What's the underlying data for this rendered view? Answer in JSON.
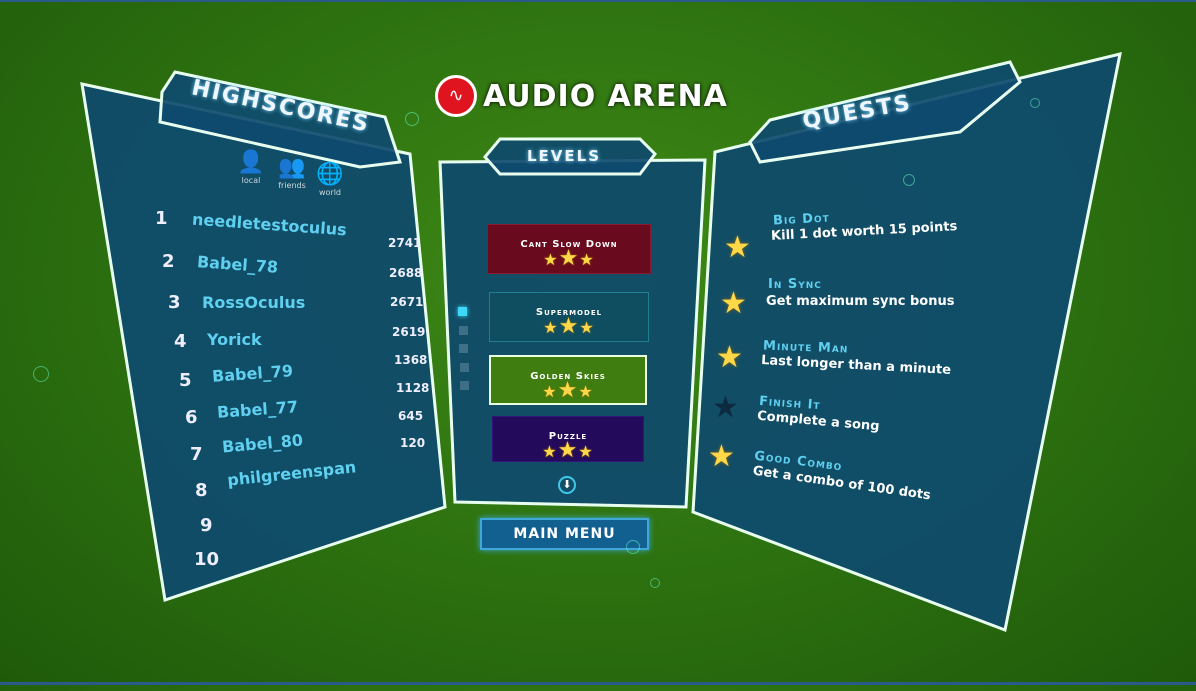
{
  "logo": {
    "text": "AUDIO ARENA"
  },
  "highscores": {
    "title": "HIGHSCORES",
    "tabs": [
      {
        "label": "local",
        "icon": "person-icon"
      },
      {
        "label": "friends",
        "icon": "group-icon"
      },
      {
        "label": "world",
        "icon": "globe-icon"
      }
    ],
    "active_tab": "world",
    "entries": [
      {
        "rank": "1",
        "name": "needletestoculus",
        "score": "2741"
      },
      {
        "rank": "2",
        "name": "Babel_78",
        "score": "2688"
      },
      {
        "rank": "3",
        "name": "RossOculus",
        "score": "2671"
      },
      {
        "rank": "4",
        "name": "Yorick",
        "score": "2619"
      },
      {
        "rank": "5",
        "name": "Babel_79",
        "score": "1368"
      },
      {
        "rank": "6",
        "name": "Babel_77",
        "score": "1128"
      },
      {
        "rank": "7",
        "name": "Babel_80",
        "score": "645"
      },
      {
        "rank": "8",
        "name": "philgreenspan",
        "score": "120"
      },
      {
        "rank": "9",
        "name": "",
        "score": ""
      },
      {
        "rank": "10",
        "name": "",
        "score": ""
      }
    ]
  },
  "levels": {
    "title": "LEVELS",
    "items": [
      {
        "name": "Cant Slow Down",
        "stars": 3,
        "color": "#6a0a1e"
      },
      {
        "name": "Supermodel",
        "stars": 3,
        "color": "#0f4e60"
      },
      {
        "name": "Golden Skies",
        "stars": 3,
        "color": "#3f7d10"
      },
      {
        "name": "Puzzle",
        "stars": 3,
        "color": "#230a5a"
      }
    ],
    "page": 1,
    "pages": 5,
    "main_menu": "MAIN MENU"
  },
  "quests": {
    "title": "QUESTS",
    "items": [
      {
        "title": "Big Dot",
        "desc": "Kill 1 dot worth 15 points",
        "done": true
      },
      {
        "title": "In Sync",
        "desc": "Get maximum sync bonus",
        "done": true
      },
      {
        "title": "Minute Man",
        "desc": "Last longer than a minute",
        "done": true
      },
      {
        "title": "Finish It",
        "desc": "Complete a song",
        "done": false
      },
      {
        "title": "Good Combo",
        "desc": "Get a combo of 100 dots",
        "done": true
      }
    ]
  }
}
